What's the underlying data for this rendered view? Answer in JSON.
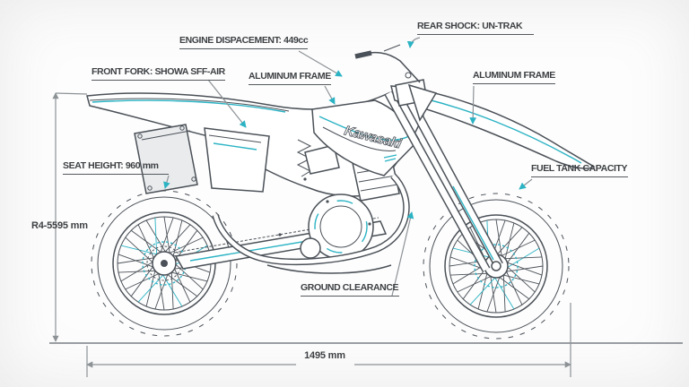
{
  "diagram": {
    "brand": "Kawasaki",
    "labels": {
      "engine_displacement": "ENGINE DISPACEMENT: 449cc",
      "front_fork": "FRONT FORK: SHOWA SFF-AIR",
      "rear_shock": "REAR SHOCK: UN-TRAK",
      "aluminum_frame_left": "ALUMINUM FRAME",
      "aluminum_frame_right": "ALUMINUM FRAME",
      "seat_height": "SEAT HEIGHT: 960 mm",
      "fuel_tank_capacity": "FUEL TANK CAPACITY",
      "ground_clearance": "GROUND CLEARANCE"
    },
    "dimensions": {
      "overall_height": "R4-5595 mm",
      "wheelbase": "1495 mm"
    },
    "colors": {
      "line": "#4b5158",
      "accent": "#2bb3c4",
      "dimension": "#8d9296",
      "label_text": "#3d4043"
    }
  }
}
